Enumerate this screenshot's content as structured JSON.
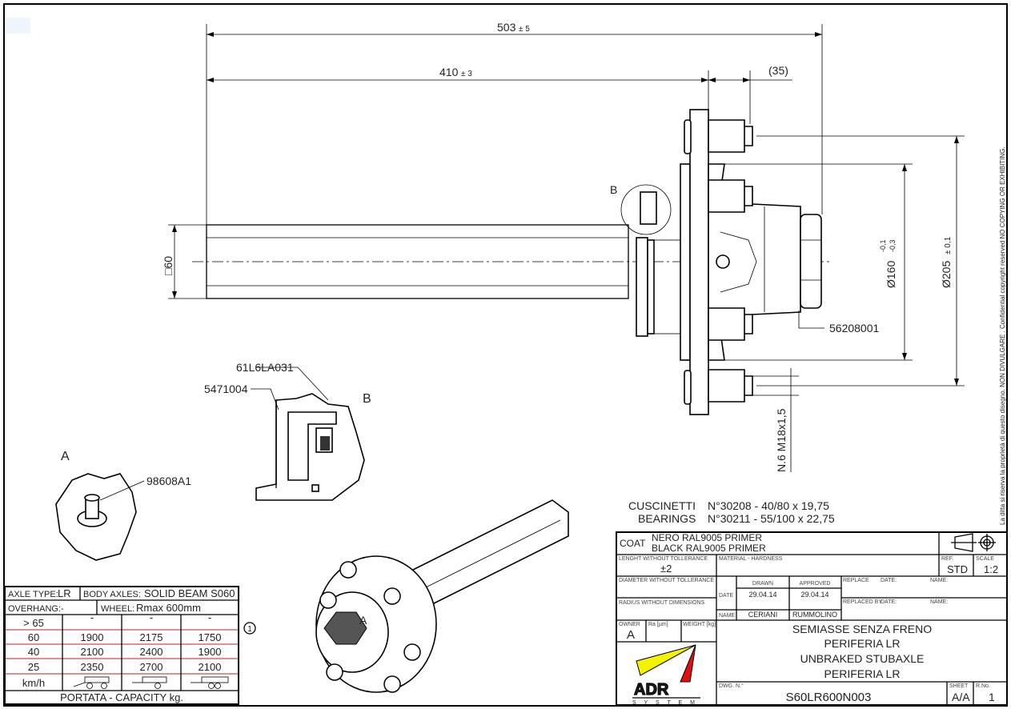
{
  "dimensions": {
    "overall_length": "503",
    "overall_tol": "± 5",
    "shaft_length": "410",
    "shaft_tol": "± 3",
    "stud_length": "(35)",
    "square_section": "□60",
    "spigot_diameter": "Ø160",
    "spigot_tol_upper": "-0,1",
    "spigot_tol_lower": "-0,3",
    "pcd_diameter": "Ø205",
    "pcd_tol": "± 0,1",
    "studs": "N.6 M18x1,5"
  },
  "callouts": {
    "hub_cap": "56208001",
    "seal": "61L6LA031",
    "bearing_ring": "5471004",
    "grease_nipple": "98608A1",
    "detail_b": "B",
    "detail_b_view": "B",
    "detail_a_view": "A",
    "detail_a_iso": "A",
    "note_marker": "1"
  },
  "bearings": {
    "label_it": "CUSCINETTI",
    "label_en": "BEARINGS",
    "spec_1": "N°30208 - 40/80 x 19,75",
    "spec_2": "N°30211 - 55/100 x 22,75"
  },
  "capacity_table": {
    "axle_type_label": "AXLE TYPE:",
    "axle_type": "LR",
    "body_axles_label": "BODY AXLES:",
    "body_axles": "SOLID BEAM S060",
    "overhang_label": "OVERHANG:",
    "overhang": "-",
    "wheel_label": "WHEEL:",
    "wheel": "Rmax 600mm",
    "rows": [
      {
        "speed": "> 65",
        "values": [
          "-",
          "-",
          "-"
        ]
      },
      {
        "speed": "60",
        "values": [
          "1900",
          "2175",
          "1750"
        ]
      },
      {
        "speed": "40",
        "values": [
          "2100",
          "2400",
          "1900"
        ]
      },
      {
        "speed": "25",
        "values": [
          "2350",
          "2700",
          "2100"
        ]
      }
    ],
    "unit_label": "km/h",
    "trailer_types": [
      "drawbar-trailer-icon",
      "single-axle-trailer-icon",
      "tandem-axle-trailer-icon"
    ],
    "footer": "PORTATA - CAPACITY kg."
  },
  "title_block": {
    "coat_label": "COAT",
    "coat_it": "NERO RAL9005 PRIMER",
    "coat_en": "BLACK RAL9005 PRIMER",
    "length_tol_label": "LENGHT WITHOUT TOLLERANCE",
    "length_tol": "±2",
    "material_label": "MATERIAL - HARDNESS",
    "ref_label": "REF.",
    "ref": "STD",
    "scale_label": "SCALE",
    "scale": "1:2",
    "diameter_tol_label": "DIAMETER WITHOUT TOLLERANCE",
    "radius_label": "RADIUS WITHOUT DIMENSIONS",
    "drawn_label": "DRAWN",
    "approved_label": "APPROVED",
    "date_label": "DATE",
    "name_label": "NAME",
    "drawn_date": "29.04.14",
    "approved_date": "29.04.14",
    "drawn_name": "CERIANI",
    "approved_name": "RUMMOLINO",
    "replace_label": "REPLACE",
    "replace_date_label": "DATE:",
    "replace_name_label": "NAME:",
    "replaced_by_label": "REPLACED BY",
    "replaced_by_date_label": "DATE:",
    "replaced_by_name_label": "NAME:",
    "owner_label": "OWNER",
    "owner": "A",
    "ra_label": "Ra [µm]",
    "weight_label": "WEIGHT [kg]",
    "title_lines": [
      "SEMIASSE SENZA FRENO",
      "PERIFERIA LR",
      "UNBRAKED STUBAXLE",
      "PERIFERIA LR"
    ],
    "dwg_label": "DWG. N.°",
    "dwg_number": "S60LR600N003",
    "sheet_label": "SHEET",
    "sheet": "A/A",
    "rev_label": "R.No.",
    "rev": "1",
    "logo_text": "ADR",
    "logo_sub": "S Y S T E M",
    "projection_icon": "first-angle-projection-icon"
  },
  "copyright": "La ditta si riserva la proprietà di questo disegno. NON DIVULGARE . Confidential copyright reserved NO COPYING OR EXHIBITING.",
  "colors": {
    "logo_yellow": "#f5f200",
    "logo_red": "#e01010",
    "table_rule": "#b22222"
  }
}
